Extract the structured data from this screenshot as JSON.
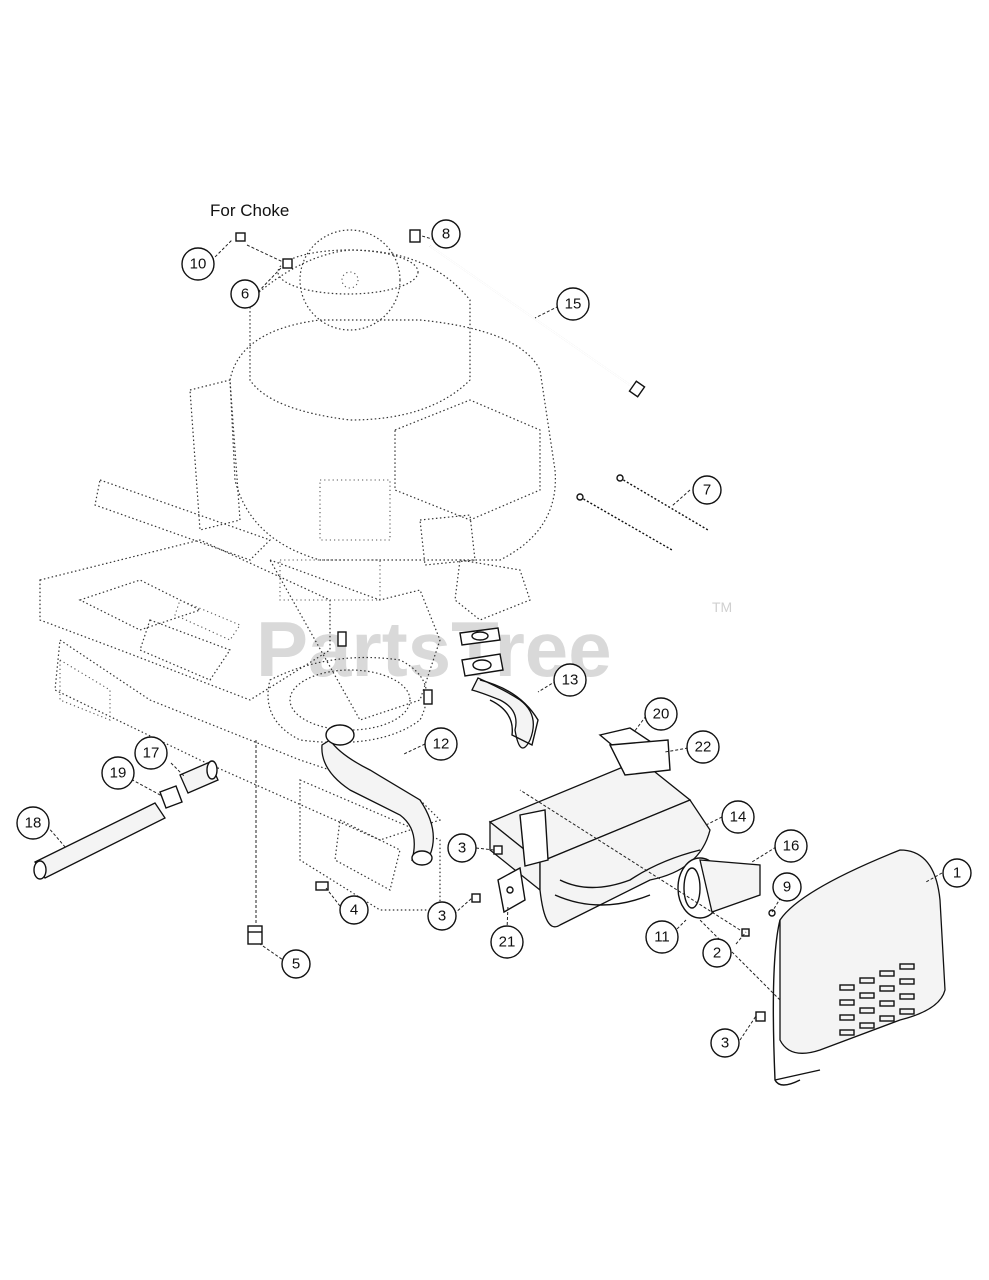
{
  "note": "For Choke",
  "watermark": {
    "text": "PartsTree",
    "trademark": "TM"
  },
  "callouts": [
    {
      "id": "c1",
      "label": "1"
    },
    {
      "id": "c2",
      "label": "2"
    },
    {
      "id": "c3a",
      "label": "3"
    },
    {
      "id": "c3b",
      "label": "3"
    },
    {
      "id": "c3c",
      "label": "3"
    },
    {
      "id": "c4",
      "label": "4"
    },
    {
      "id": "c5",
      "label": "5"
    },
    {
      "id": "c6",
      "label": "6"
    },
    {
      "id": "c7",
      "label": "7"
    },
    {
      "id": "c8",
      "label": "8"
    },
    {
      "id": "c9",
      "label": "9"
    },
    {
      "id": "c10",
      "label": "10"
    },
    {
      "id": "c11",
      "label": "11"
    },
    {
      "id": "c12",
      "label": "12"
    },
    {
      "id": "c13",
      "label": "13"
    },
    {
      "id": "c14",
      "label": "14"
    },
    {
      "id": "c15",
      "label": "15"
    },
    {
      "id": "c16",
      "label": "16"
    },
    {
      "id": "c17",
      "label": "17"
    },
    {
      "id": "c18",
      "label": "18"
    },
    {
      "id": "c19",
      "label": "19"
    },
    {
      "id": "c20",
      "label": "20"
    },
    {
      "id": "c21",
      "label": "21"
    },
    {
      "id": "c22",
      "label": "22"
    }
  ]
}
